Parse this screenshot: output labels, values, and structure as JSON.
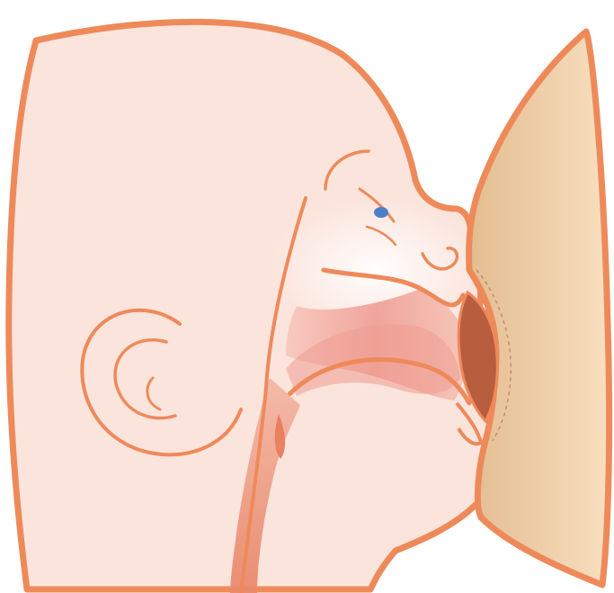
{
  "figure": {
    "kind": "anatomical-illustration",
    "subject": "infant-breastfeeding-latch-cross-section",
    "colors": {
      "outline": "#ee8a5a",
      "skin": "#fbe4dc",
      "skin_light": "#fff5f1",
      "breast_light": "#f6dcbb",
      "breast_dark": "#e6c297",
      "palate": "#f2a79e",
      "palate_dark": "#e98f86",
      "nipple_cavity": "#b85d3e",
      "eye": "#4a7fc9",
      "throat": "#e98060"
    },
    "icons": [
      "baby-head",
      "breast",
      "ear",
      "eye",
      "nose",
      "mouth",
      "tongue",
      "palate",
      "nipple",
      "esophagus"
    ]
  }
}
